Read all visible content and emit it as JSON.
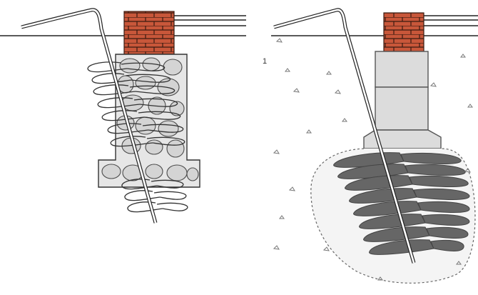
{
  "diagram": {
    "panel_labels": {
      "right_marker": "1"
    },
    "colors": {
      "brick": "#c8573a",
      "mortar": "#3a1a10",
      "stone_fill": "#dcdcdc",
      "stone_outline": "#4a4a4a",
      "concrete_block": "#d9d9d9",
      "block_outline": "#555555",
      "injected_grout": "#666666",
      "pipe": "#ffffff",
      "pipe_outline": "#222222",
      "ground_line": "#222222",
      "bulb_outline": "#555555"
    },
    "panels": [
      {
        "name": "rubble-stone-foundation",
        "grout_shape": "loose"
      },
      {
        "name": "block-foundation-with-footing",
        "grout_shape": "compacted-bulb"
      }
    ]
  }
}
